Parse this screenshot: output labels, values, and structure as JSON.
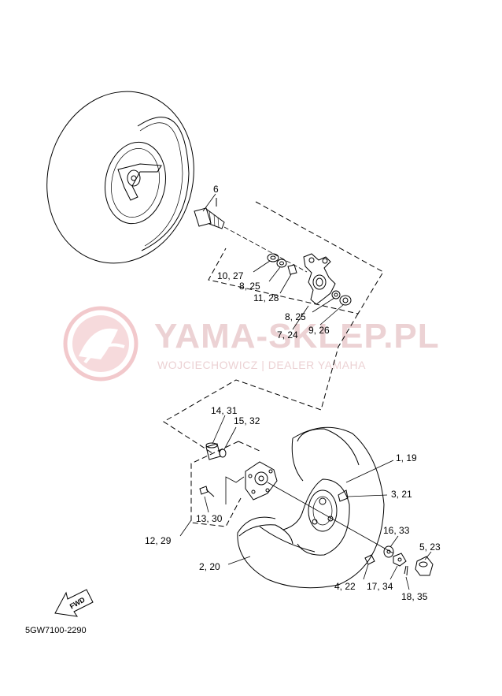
{
  "watermark": {
    "title": "YAMA-SKLEP.PL",
    "subtitle": "WOJCIECHOWICZ | DEALER YAMAHA",
    "color": "#ecd2d4"
  },
  "diagram_code": "5GW7100-2290",
  "fwd_label": "FWD",
  "labels": {
    "l6": "6",
    "l10_27": "10, 27",
    "l8_25a": "8, 25",
    "l11_28": "11, 28",
    "l8_25b": "8, 25",
    "l9_26": "9, 26",
    "l7_24": "7, 24",
    "l14_31": "14, 31",
    "l15_32": "15, 32",
    "l1_19": "1, 19",
    "l3_21": "3, 21",
    "l13_30": "13, 30",
    "l12_29": "12, 29",
    "l16_33": "16, 33",
    "l5_23": "5, 23",
    "l2_20": "2, 20",
    "l4_22": "4, 22",
    "l17_34": "17, 34",
    "l18_35": "18, 35"
  }
}
